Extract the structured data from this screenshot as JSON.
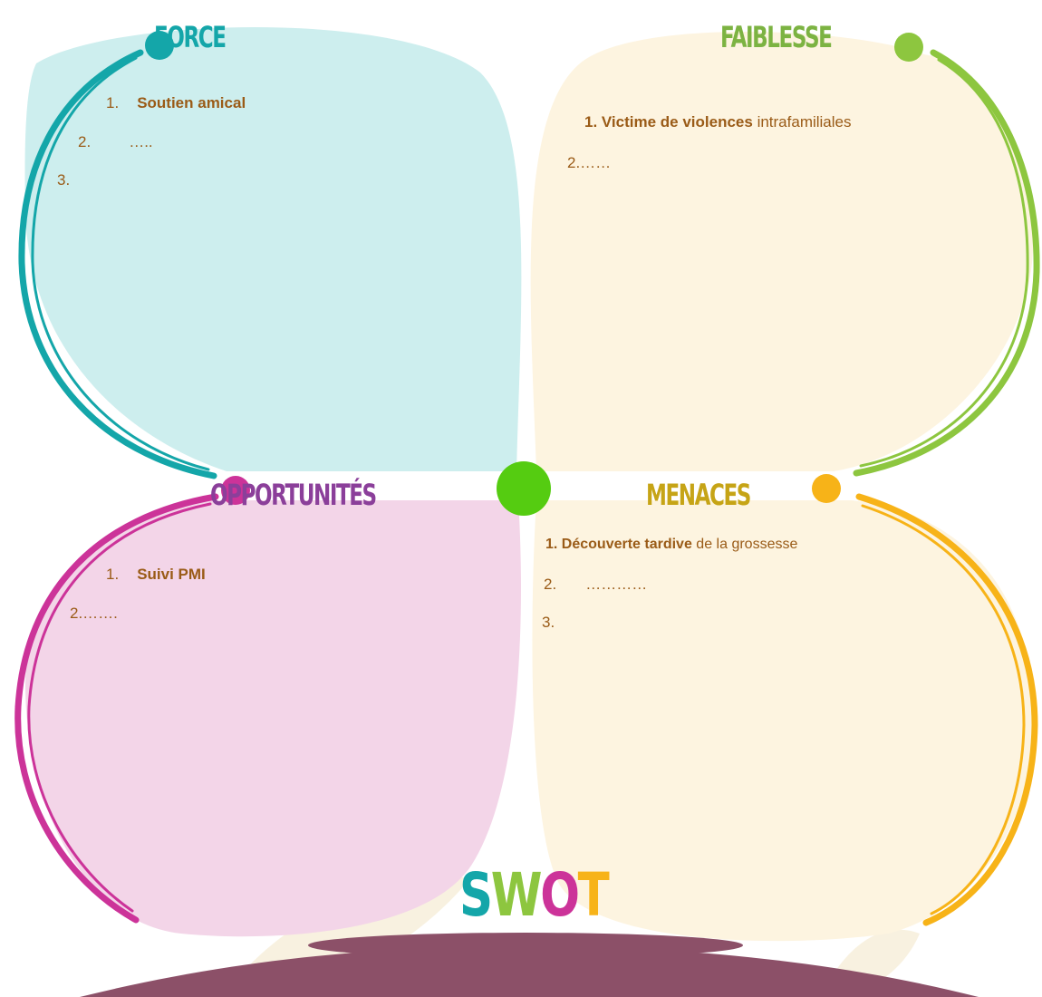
{
  "quadrants": {
    "force": {
      "title": "FORCE",
      "items": [
        {
          "num": "1.",
          "strong": "Soutien amical",
          "rest": ""
        },
        {
          "num": "2.",
          "strong": "",
          "rest": "….."
        },
        {
          "num": "3.",
          "strong": "",
          "rest": ""
        }
      ]
    },
    "faiblesse": {
      "title": "FAIBLESSE",
      "items": [
        {
          "num": "",
          "strong": "1. Victime de violences",
          "rest": " intrafamiliales"
        },
        {
          "num": "",
          "strong": "",
          "rest": "2.……"
        }
      ]
    },
    "opportunites": {
      "title": "OPPORTUNITÉS",
      "items": [
        {
          "num": "1.",
          "strong": "Suivi PMI",
          "rest": ""
        },
        {
          "num": "",
          "strong": "",
          "rest": "2.……."
        }
      ]
    },
    "menaces": {
      "title": "MENACES",
      "items": [
        {
          "num": "",
          "strong": "1. Découverte tardive",
          "rest": " de la grossesse"
        },
        {
          "num": "2.",
          "strong": "",
          "rest": "…………"
        },
        {
          "num": "3.",
          "strong": "",
          "rest": ""
        }
      ]
    }
  },
  "swot": {
    "S": "S",
    "W": "W",
    "O": "O",
    "T": "T"
  },
  "colors": {
    "force": "#14a6a9",
    "force_fill": "#cdeeee",
    "faiblesse": "#8dc63f",
    "faiblesse_fill": "#fdf4e0",
    "opportunites": "#cc3399",
    "opportunites_fill": "#f3d5e8",
    "menaces": "#f7b318",
    "menaces_fill": "#fdf4e0",
    "center": "#55cc11",
    "base": "#8c5068",
    "text": "#9a5b17"
  }
}
